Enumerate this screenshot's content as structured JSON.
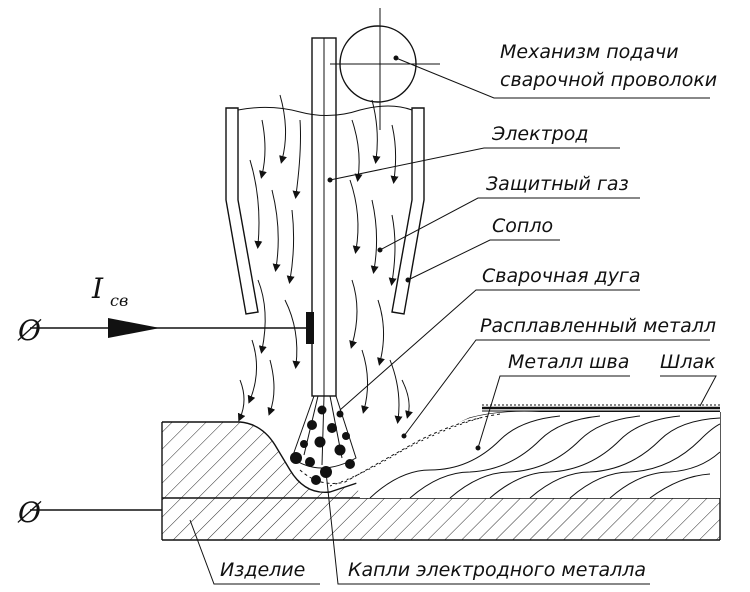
{
  "labels": {
    "wire_feed_line1": "Механизм подачи",
    "wire_feed_line2": "сварочной проволоки",
    "electrode": "Электрод",
    "shield_gas": "Защитный газ",
    "nozzle": "Сопло",
    "arc": "Сварочная дуга",
    "molten_metal": "Расплавленный металл",
    "weld_metal": "Металл шва",
    "slag": "Шлак",
    "workpiece": "Изделие",
    "droplets": "Капли электродного металла",
    "current_main": "I",
    "current_sub": "св",
    "terminal_top": "Ø",
    "terminal_bottom": "Ø"
  }
}
